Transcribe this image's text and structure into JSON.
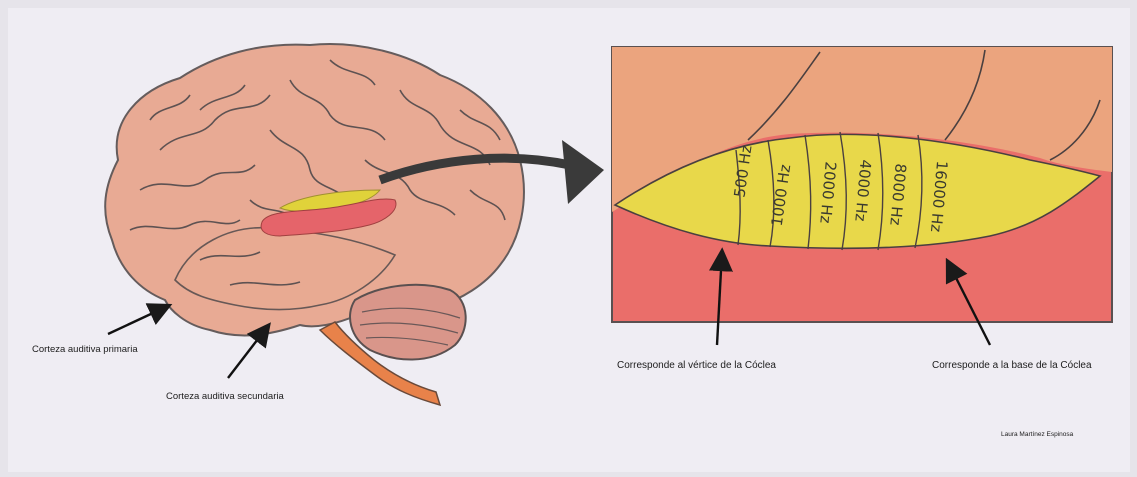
{
  "labels": {
    "primary_cortex": "Corteza auditiva primaria",
    "secondary_cortex": "Corteza auditiva secundaria",
    "apex": "Corresponde al vértice de la Cóclea",
    "base": "Corresponde a la base de la Cóclea",
    "author": "Laura Martínez Espinosa"
  },
  "frequencies": [
    "500 Hz",
    "1000 Hz",
    "2000 Hz",
    "4000 Hz",
    "8000 Hz",
    "16000 Hz"
  ],
  "colors": {
    "background": "#e6e4ea",
    "brain_fill": "#e8a58c",
    "primary_area": "#e0d23a",
    "secondary_area": "#e5646a",
    "cortex_band": "#e8d84a",
    "upper_tissue": "#eba47e",
    "lower_tissue": "#ea6e6a",
    "brainstem": "#e8824a",
    "arrow": "#3a3a3a"
  }
}
